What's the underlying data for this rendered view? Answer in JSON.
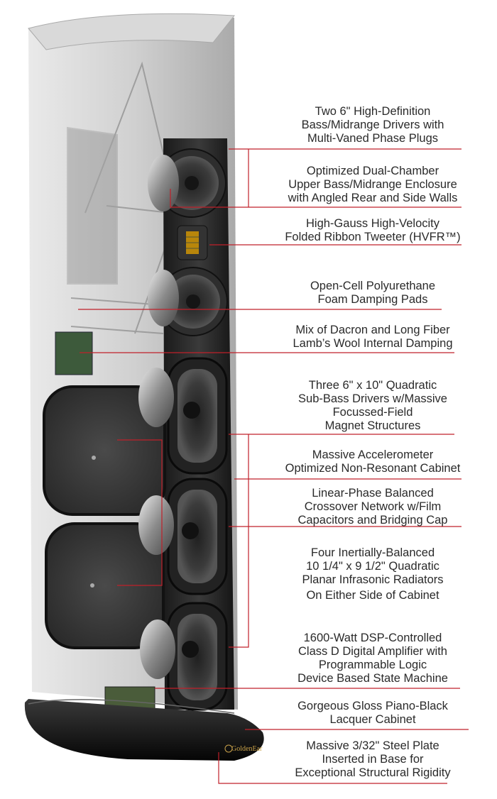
{
  "callouts": [
    {
      "lines": [
        "Two 6\" High-Definition",
        "Bass/Midrange Drivers with",
        "Multi-Vaned Phase Plugs"
      ]
    },
    {
      "lines": [
        "Optimized Dual-Chamber",
        "Upper Bass/Midrange Enclosure",
        "with Angled Rear and Side Walls"
      ]
    },
    {
      "lines": [
        "High-Gauss High-Velocity",
        "Folded Ribbon Tweeter (HVFR™)"
      ]
    },
    {
      "lines": [
        "Open-Cell Polyurethane",
        "Foam Damping Pads"
      ]
    },
    {
      "lines": [
        "Mix of Dacron and Long Fiber",
        "Lamb’s Wool Internal Damping"
      ]
    },
    {
      "lines": [
        "Three 6\" x 10\" Quadratic",
        "Sub-Bass Drivers w/Massive",
        "Focussed-Field",
        "Magnet Structures"
      ]
    },
    {
      "lines": [
        "Massive Accelerometer",
        "Optimized Non-Resonant Cabinet"
      ]
    },
    {
      "lines": [
        "Linear-Phase Balanced",
        "Crossover Network w/Film",
        "Capacitors and Bridging Cap"
      ]
    },
    {
      "lines": [
        "Four Inertially-Balanced",
        "10 1/4\" x 9 1/2\" Quadratic",
        "Planar Infrasonic Radiators",
        "On Either Side of Cabinet"
      ]
    },
    {
      "lines": [
        "1600-Watt DSP-Controlled",
        "Class D Digital Amplifier with",
        "Programmable Logic",
        "Device Based State Machine"
      ]
    },
    {
      "lines": [
        "Gorgeous Gloss Piano-Black",
        "Lacquer Cabinet"
      ]
    },
    {
      "lines": [
        "Massive 3/32\" Steel Plate",
        "Inserted in Base for",
        "Exceptional Structural Rigidity"
      ]
    }
  ],
  "logo_text": "GoldenEar",
  "colors": {
    "leader": "#c0202a",
    "cabinet": "#2b2b2b",
    "text": "#2a2a2a"
  }
}
